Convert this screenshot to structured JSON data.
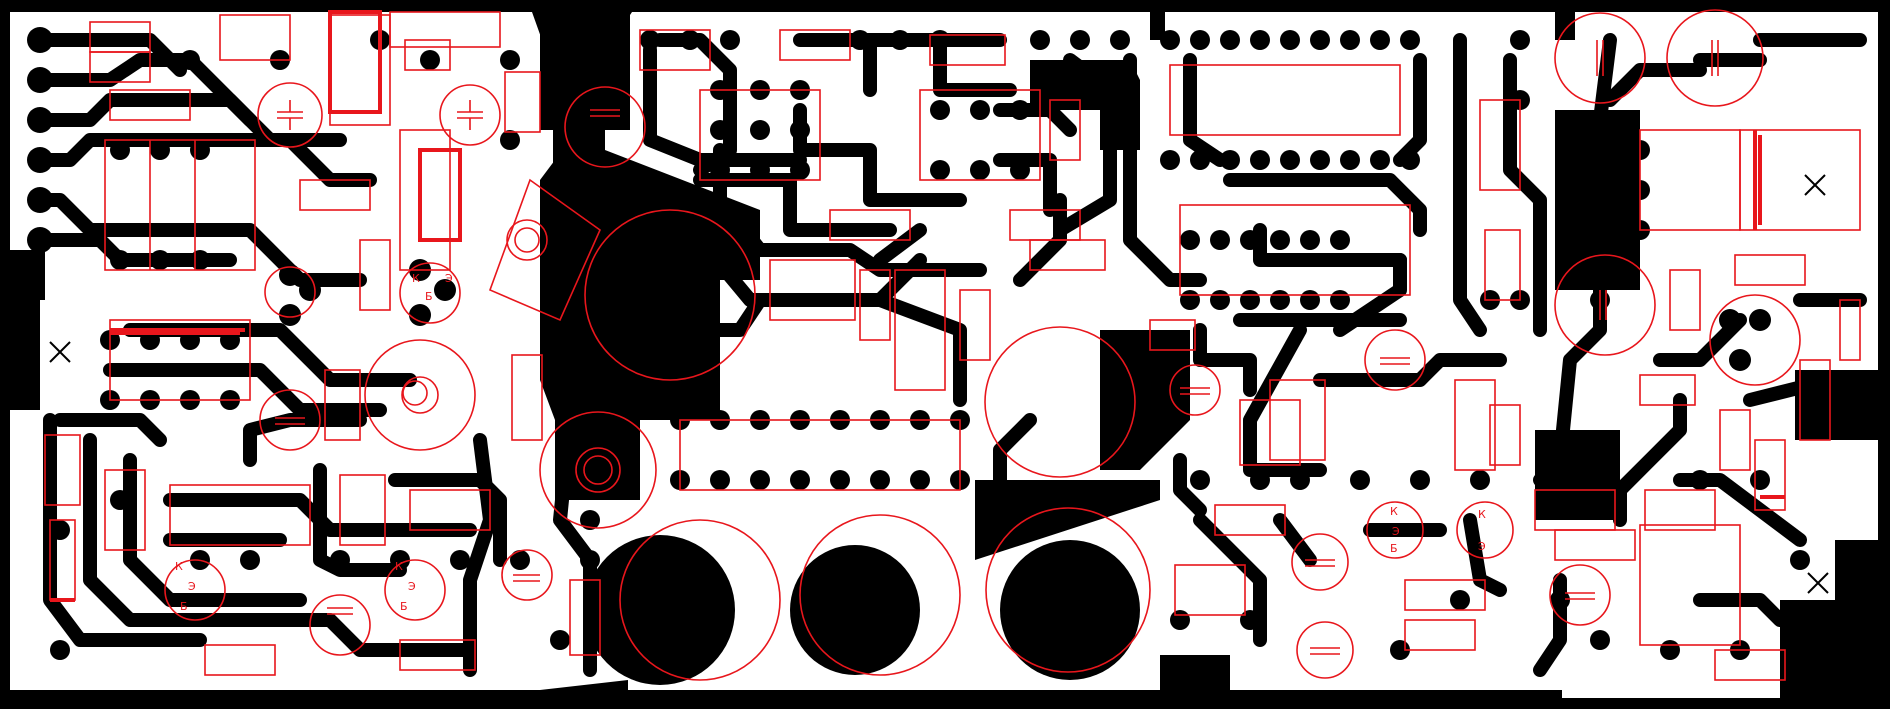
{
  "board": {
    "colors": {
      "background": "#000000",
      "copper": "#ffffff",
      "trace": "#000000",
      "silkscreen": "#e8161c"
    },
    "silk_labels": [
      "К",
      "Э",
      "Б",
      "К",
      "Э",
      "Б",
      "К",
      "Э",
      "Б",
      "К",
      "Э",
      "Б",
      "К",
      "Э"
    ],
    "mounting_holes": 3
  }
}
